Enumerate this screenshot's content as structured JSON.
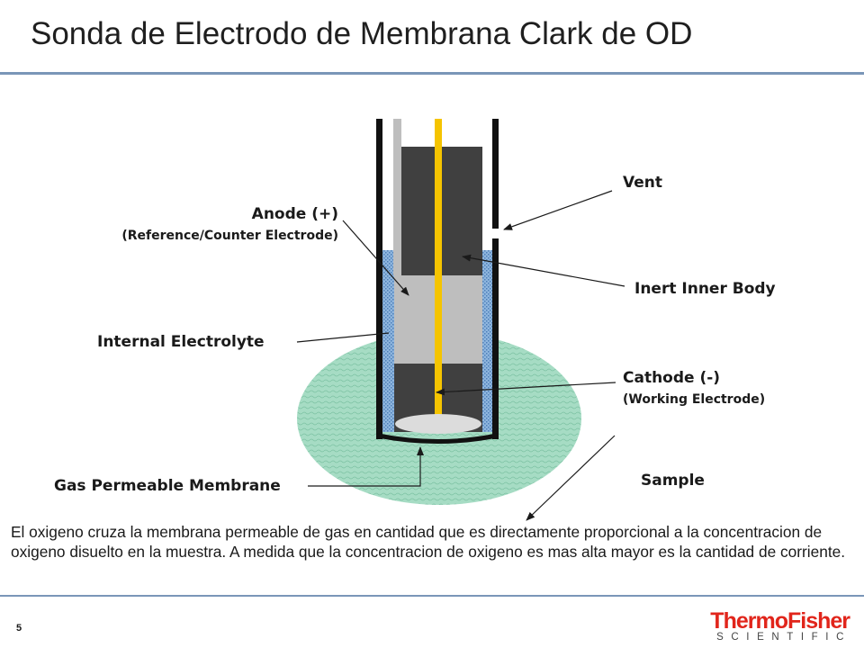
{
  "slide": {
    "title": "Sonda de Electrodo de Membrana Clark de OD",
    "page_number": "5",
    "caption": "El oxigeno cruza la membrana permeable de gas en cantidad que es directamente proporcional a la concentracion de oxigeno disuelto en la muestra. A medida que la concentracion de oxigeno es mas alta mayor es la cantidad de corriente.",
    "logo": {
      "main": "ThermoFisher",
      "sub": "SCIENTIFIC"
    }
  },
  "labels": {
    "vent": "Vent",
    "anode": "Anode (+)",
    "anode_sub": "(Reference/Counter Electrode)",
    "inert_inner_body": "Inert Inner Body",
    "internal_electrolyte": "Internal Electrolyte",
    "cathode": "Cathode (-)",
    "cathode_sub": "(Working Electrode)",
    "gas_permeable_membrane": "Gas Permeable Membrane",
    "sample": "Sample"
  },
  "colors": {
    "accent_rule": "#7a96b8",
    "sample": "#a6dcc4",
    "electrolyte": "#8fb6de",
    "inner_body": "#404040",
    "anode": "#bebebe",
    "cathode_wire": "#f5c400",
    "logo": "#e1251b"
  }
}
